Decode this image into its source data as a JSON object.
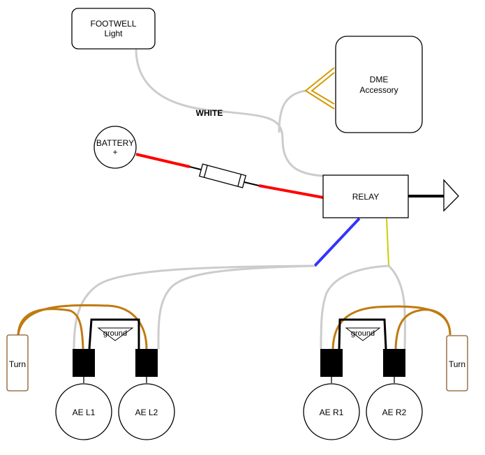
{
  "footwell": {
    "line1": "FOOTWELL",
    "line2": "Light"
  },
  "dme": {
    "line1": "DME",
    "line2": "Accessory"
  },
  "battery": {
    "line1": "BATTERY",
    "line2": "+"
  },
  "relay": {
    "label": "RELAY"
  },
  "wire_white": {
    "label": "WHITE"
  },
  "ground_left": {
    "label": "ground"
  },
  "ground_right": {
    "label": "ground"
  },
  "turn_left": {
    "label": "Turn"
  },
  "turn_right": {
    "label": "Turn"
  },
  "lamps": {
    "l1": "AE L1",
    "l2": "AE L2",
    "r1": "AE R1",
    "r2": "AE R2"
  },
  "colors": {
    "wire_white": "#cccccc",
    "wire_red": "#ff0000",
    "wire_blue": "#3333ff",
    "wire_yellow": "#cccc00",
    "wire_orange": "#d49a00",
    "wire_tan": "#c07a12",
    "wire_black": "#000000",
    "turn_box_stroke": "#8a5a2b"
  }
}
